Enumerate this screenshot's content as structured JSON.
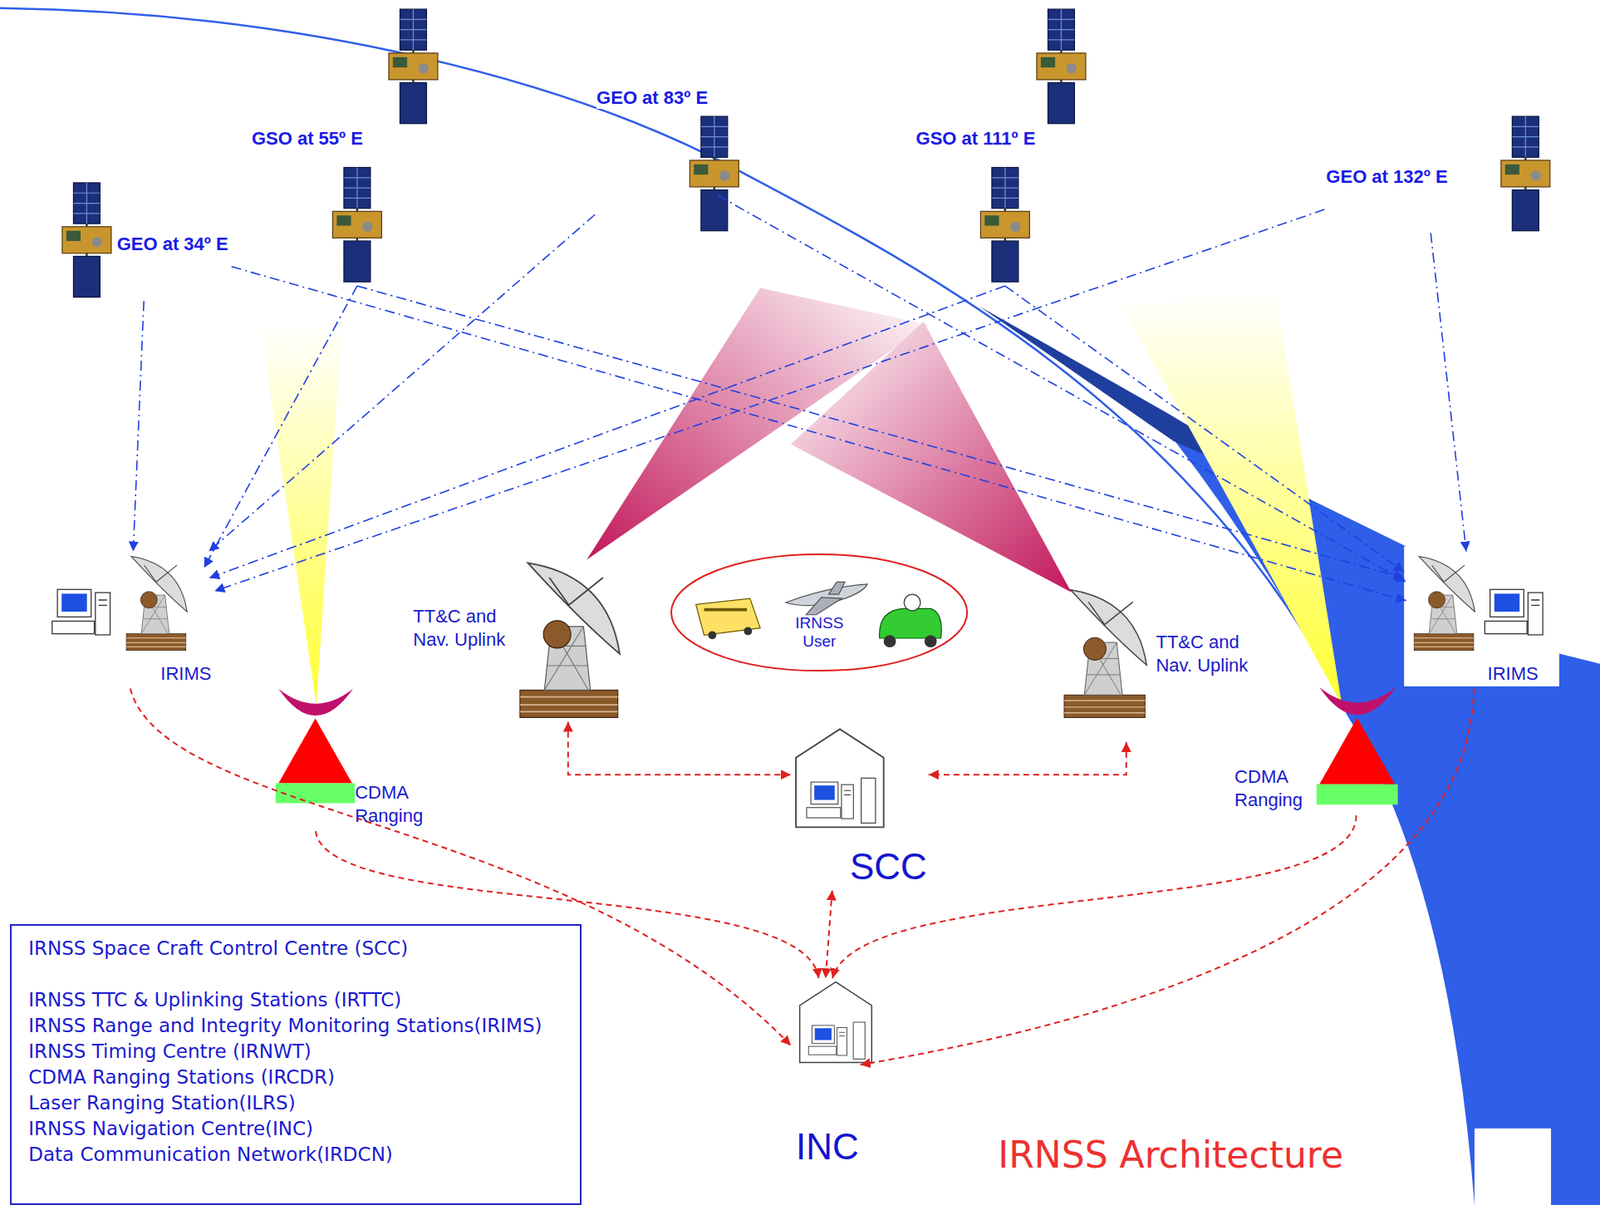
{
  "diagram": {
    "title": "IRNSS Architecture",
    "nodes": [
      {
        "text": [
          "GEO at 34º E"
        ]
      },
      {
        "text": [
          "GSO at 55º E"
        ]
      },
      {
        "text": [
          "GEO at 83º E"
        ]
      },
      {
        "text": [
          "GSO at 111º E"
        ]
      },
      {
        "text": [
          "GEO at 132º E"
        ]
      },
      {
        "text": [
          "IRIMS"
        ]
      },
      {
        "text": [
          "TT&C and Nav. Uplink"
        ]
      },
      {
        "text": [
          "IRNSS User"
        ]
      },
      {
        "text": [
          "TT&C and Nav. Uplink"
        ]
      },
      {
        "text": [
          "IRIMS"
        ]
      },
      {
        "text": [
          "CDMA Ranging"
        ]
      },
      {
        "text": [
          "SCC"
        ]
      },
      {
        "text": [
          "CDMA Ranging"
        ]
      },
      {
        "text": [
          "INC"
        ]
      },
      {
        "text": [
          "IRNSS Space Craft Control Centre (SCC)",
          "IRNSS TTC & Uplinking Stations (IRTTC)",
          "IRNSS Range and Integrity Monitoring Stations(IRIMS)",
          "IRNSS Timing Centre (IRNWT)",
          "CDMA Ranging Stations (IRCDR)",
          "Laser Ranging Station(ILRS)",
          "IRNSS Navigation Centre(INC)",
          "Data Communication Network(IRDCN)"
        ]
      }
    ],
    "edges": [
      {
        "from": 0,
        "to": 5,
        "arrow": "to"
      },
      {
        "from": 0,
        "to": 9,
        "arrow": "to"
      },
      {
        "from": 2,
        "to": 5,
        "arrow": "to"
      },
      {
        "from": 2,
        "to": 9,
        "arrow": "to"
      },
      {
        "from": 4,
        "to": 5,
        "arrow": "to"
      },
      {
        "from": 4,
        "to": 9,
        "arrow": "to"
      },
      {
        "from": 5,
        "to": 13,
        "arrow": "to"
      },
      {
        "from": 10,
        "to": 13,
        "arrow": "to"
      },
      {
        "from": 12,
        "to": 13,
        "arrow": "to"
      },
      {
        "from": 9,
        "to": 13,
        "arrow": "to"
      },
      {
        "from": 11,
        "to": 13,
        "arrow": "both"
      },
      {
        "from": 6,
        "to": 11,
        "arrow": "both"
      },
      {
        "from": 8,
        "to": 11,
        "arrow": "both"
      }
    ]
  }
}
